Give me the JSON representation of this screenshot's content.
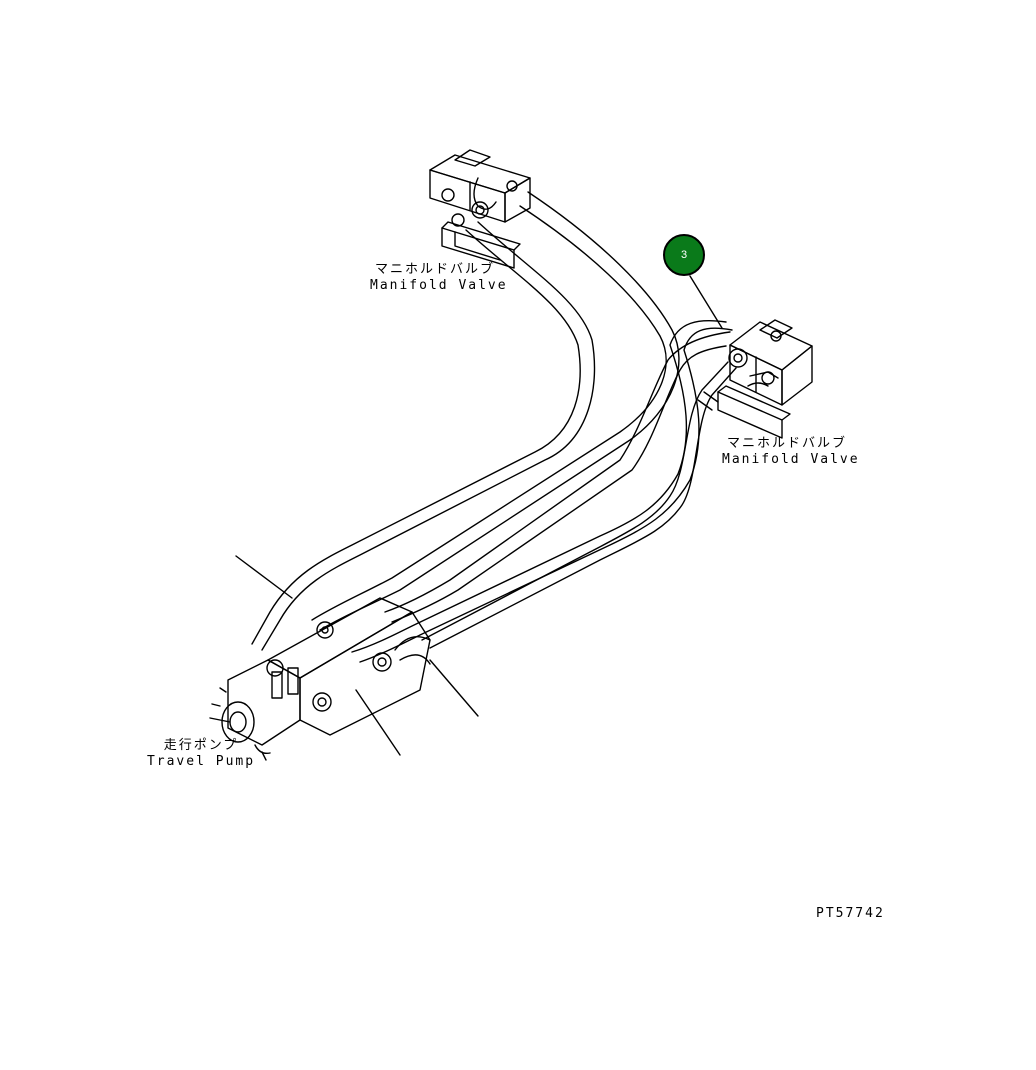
{
  "callout": {
    "number": "3",
    "color": "#0a7a1a"
  },
  "labels": {
    "manifold_valve_top": {
      "jp": "マニホルドバルブ",
      "en": "Manifold Valve"
    },
    "manifold_valve_right": {
      "jp": "マニホルドバルブ",
      "en": "Manifold Valve"
    },
    "travel_pump": {
      "jp": "走行ポンプ",
      "en": "Travel Pump"
    }
  },
  "drawing_number": "PT57742"
}
